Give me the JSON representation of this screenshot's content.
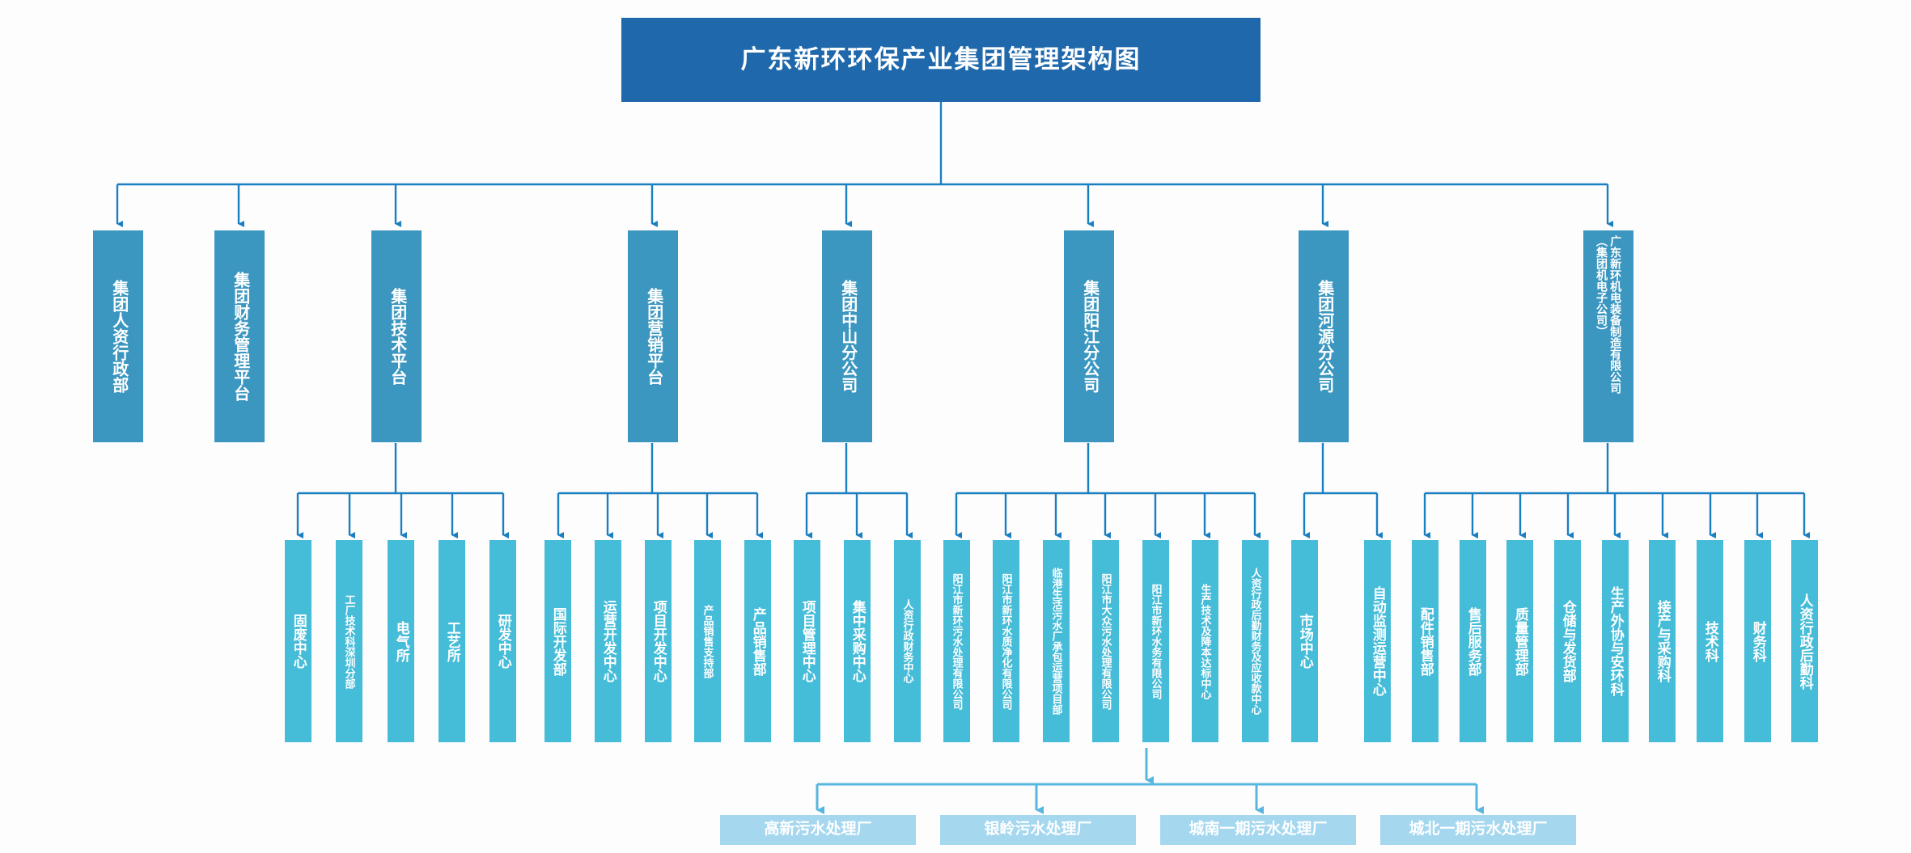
{
  "meta": {
    "colors": {
      "title_box": "#1f68ab",
      "level2_box": "#3b96c0",
      "level3_box": "#45bcd8",
      "level4_box": "#a5d7ef",
      "connector_line_dark": "#1a7fc1",
      "connector_line_light": "#57b6e0",
      "background": "#fdfdfd",
      "text": "#ffffff"
    }
  },
  "title": {
    "label": "广东新环环保产业集团管理架构图"
  },
  "level2": [
    {
      "id": "hr",
      "label": "集团人资行政部"
    },
    {
      "id": "finance",
      "label": "集团财务管理平台"
    },
    {
      "id": "tech",
      "label": "集团技术平台"
    },
    {
      "id": "marketing",
      "label": "集团营销平台"
    },
    {
      "id": "zhongshan",
      "label": "集团中山分公司"
    },
    {
      "id": "yangjiang",
      "label": "集团阳江分公司"
    },
    {
      "id": "heyuan",
      "label": "集团河源分公司"
    },
    {
      "id": "electro",
      "label_line1": "广东新环机电装备制造有限公司",
      "label_line2": "（集团机电子公司）"
    }
  ],
  "level3": {
    "tech": [
      {
        "label": "固废中心"
      },
      {
        "label": "工厂技术科深圳分部"
      },
      {
        "label": "电气所"
      },
      {
        "label": "工艺所"
      },
      {
        "label": "研发中心"
      }
    ],
    "marketing": [
      {
        "label": "国际开发部"
      },
      {
        "label": "运营开发中心"
      },
      {
        "label": "项目开发中心"
      },
      {
        "label": "产品销售支持部"
      },
      {
        "label": "产品销售部"
      }
    ],
    "zhongshan": [
      {
        "label": "项目管理中心"
      },
      {
        "label": "集中采购中心"
      },
      {
        "label": "人资行政财务中心"
      }
    ],
    "yangjiang": [
      {
        "label": "阳江市新环污水处理有限公司"
      },
      {
        "label": "阳江市新环水质净化有限公司"
      },
      {
        "label": "临港生活污水厂承包运营项目部"
      },
      {
        "label": "阳江市大众污水处理有限公司"
      },
      {
        "label": "阳江市新环水务有限公司"
      },
      {
        "label": "生产技术及降本达标中心"
      },
      {
        "label": "人资行政后勤财务及应收款中心"
      }
    ],
    "heyuan": [
      {
        "label": "市场中心"
      },
      {
        "label": "自动监测运营中心"
      }
    ],
    "electro": [
      {
        "label": "配件销售部"
      },
      {
        "label": "售后服务部"
      },
      {
        "label": "质量管理部"
      },
      {
        "label": "仓储与发货部"
      },
      {
        "label": "生产外协与安环科"
      },
      {
        "label": "接产与采购科"
      },
      {
        "label": "技术科"
      },
      {
        "label": "财务科"
      },
      {
        "label": "人资行政后勤科"
      }
    ]
  },
  "level4": [
    {
      "label": "高新污水处理厂"
    },
    {
      "label": "银岭污水处理厂"
    },
    {
      "label": "城南一期污水处理厂"
    },
    {
      "label": "城北一期污水处理厂"
    }
  ]
}
